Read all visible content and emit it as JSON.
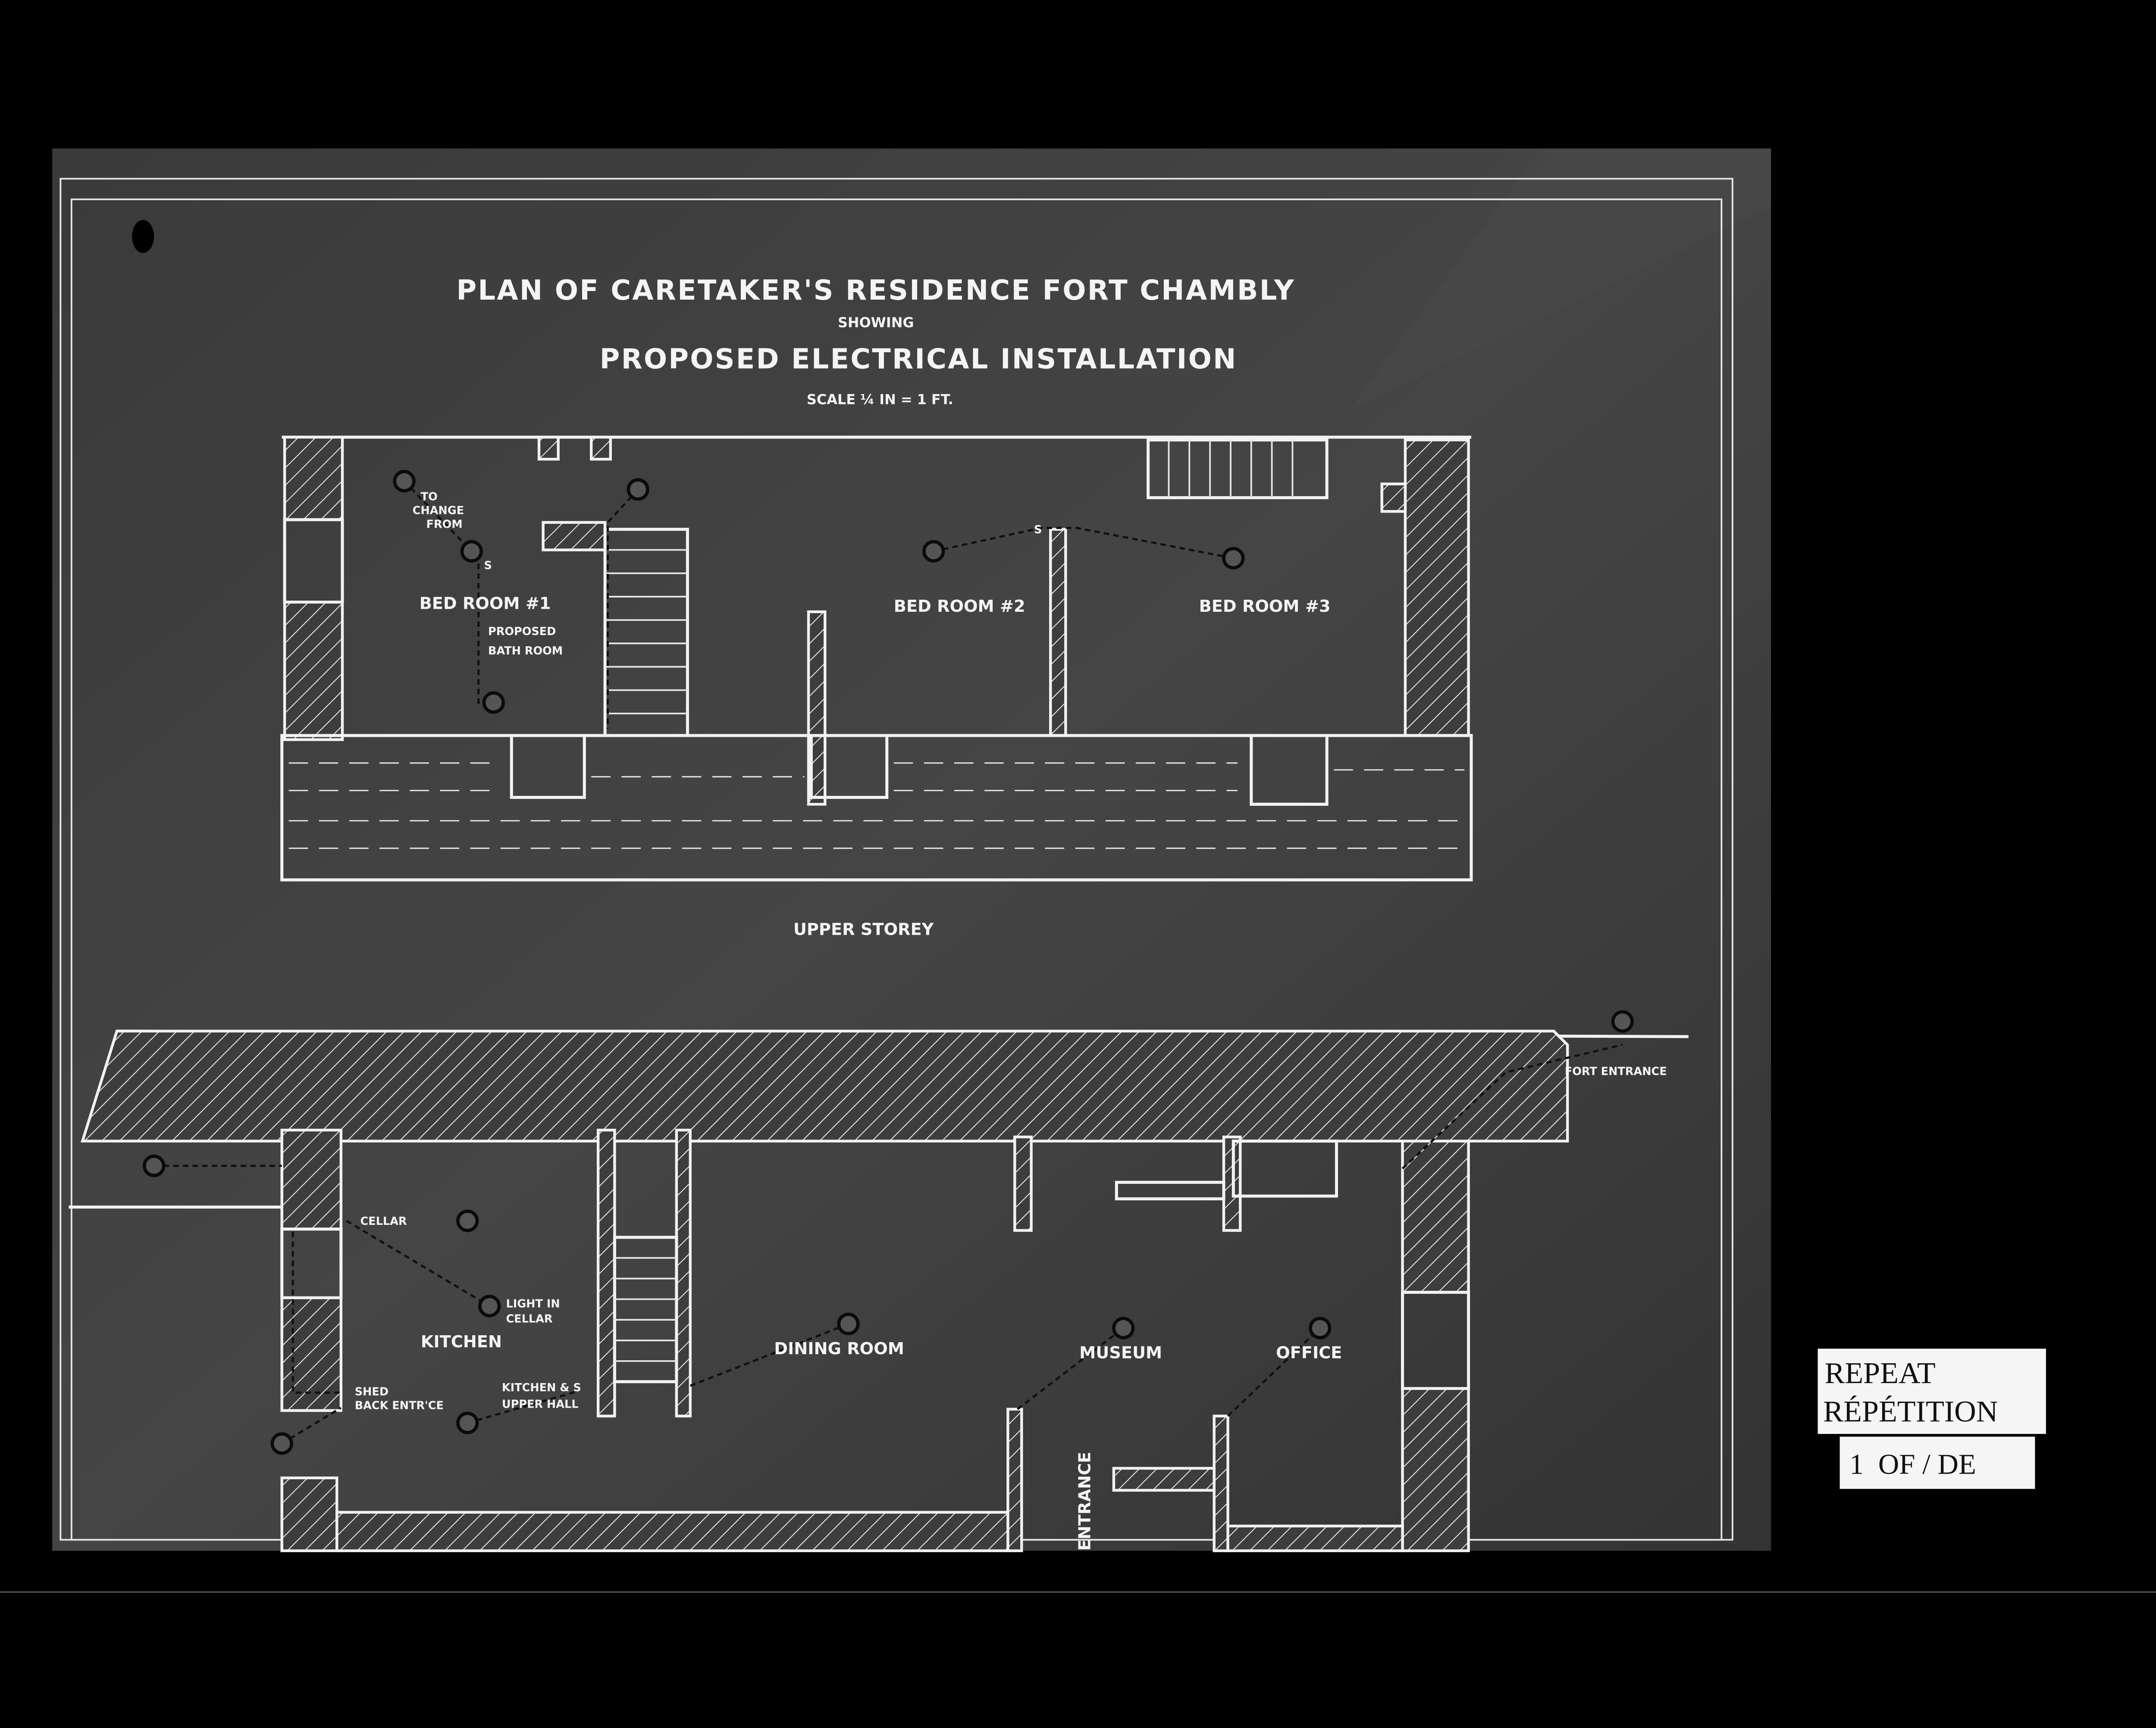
{
  "title": {
    "line1": "PLAN OF CARETAKER'S RESIDENCE FORT CHAMBLY",
    "line2": "SHOWING",
    "line3": "PROPOSED ELECTRICAL INSTALLATION",
    "scale": "SCALE ¼ IN = 1 FT."
  },
  "upper_storey": {
    "caption": "UPPER STOREY",
    "rooms": {
      "bedroom1": "BED ROOM #1",
      "bathroom_l1": "PROPOSED",
      "bathroom_l2": "BATH ROOM",
      "bedroom2": "BED ROOM #2",
      "bedroom3": "BED ROOM #3"
    },
    "note_l1": "TO",
    "note_l2": "CHANGE",
    "note_l3": "FROM",
    "switch": "S"
  },
  "ground_floor": {
    "rooms": {
      "cellar": "CELLAR",
      "light_in_cellar_l1": "LIGHT IN",
      "light_in_cellar_l2": "CELLAR",
      "kitchen": "KITCHEN",
      "shed": "SHED",
      "back_entrance": "BACK ENTR'CE",
      "kitchen_hall_l1": "KITCHEN & S",
      "kitchen_hall_l2": "UPPER HALL",
      "dining_room": "DINING ROOM",
      "museum": "MUSEUM",
      "office": "OFFICE",
      "entrance": "ENTRANCE",
      "fort_entrance": "FORT ENTRANCE"
    }
  },
  "stamp": {
    "line1": "REPEAT",
    "line2": "RÉPÉTITION",
    "line3": "1  OF / DE"
  },
  "colors": {
    "background": "#000000",
    "sheet": "#3b3b3b",
    "ink": "#f2f2f2",
    "stamp_paper": "#f5f5f5"
  }
}
